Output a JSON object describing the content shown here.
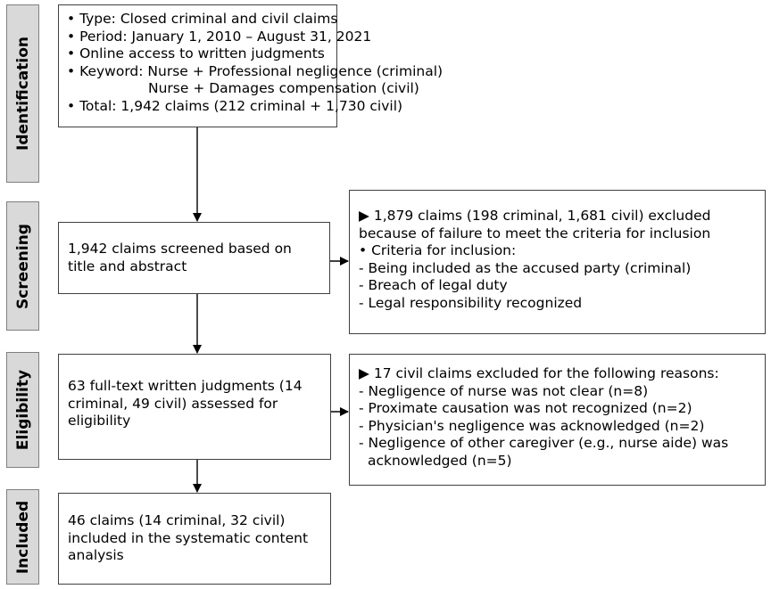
{
  "stages": {
    "identification": "Identification",
    "screening": "Screening",
    "eligibility": "Eligibility",
    "included": "Included"
  },
  "identification_box": {
    "lines": [
      "• Type: Closed criminal and civil claims",
      "• Period: January 1, 2010 – August 31, 2021",
      "• Online access to written judgments",
      "• Keyword: Nurse + Professional negligence (criminal)",
      "Nurse + Damages compensation (civil)",
      "• Total: 1,942 claims (212 criminal + 1,730 civil)"
    ]
  },
  "screening_box": {
    "lines": [
      "1,942 claims screened based on",
      "title and abstract"
    ]
  },
  "screening_exclusion_box": {
    "lines": [
      "▶ 1,879 claims (198 criminal, 1,681 civil) excluded",
      "because of failure to meet the criteria for inclusion",
      "• Criteria for inclusion:",
      "- Being included as the accused party (criminal)",
      "- Breach of legal duty",
      "- Legal responsibility recognized"
    ]
  },
  "eligibility_box": {
    "lines": [
      "63 full-text written judgments (14",
      "criminal, 49 civil) assessed for",
      "eligibility"
    ]
  },
  "eligibility_exclusion_box": {
    "lines": [
      "▶ 17 civil claims excluded for the following reasons:",
      "- Negligence of nurse was not clear (n=8)",
      "- Proximate causation was not recognized (n=2)",
      "- Physician's negligence was acknowledged (n=2)",
      "- Negligence of other caregiver (e.g., nurse aide) was",
      "acknowledged (n=5)"
    ]
  },
  "included_box": {
    "lines": [
      "46 claims (14 criminal, 32 civil)",
      "included in the systematic content",
      "analysis"
    ]
  }
}
